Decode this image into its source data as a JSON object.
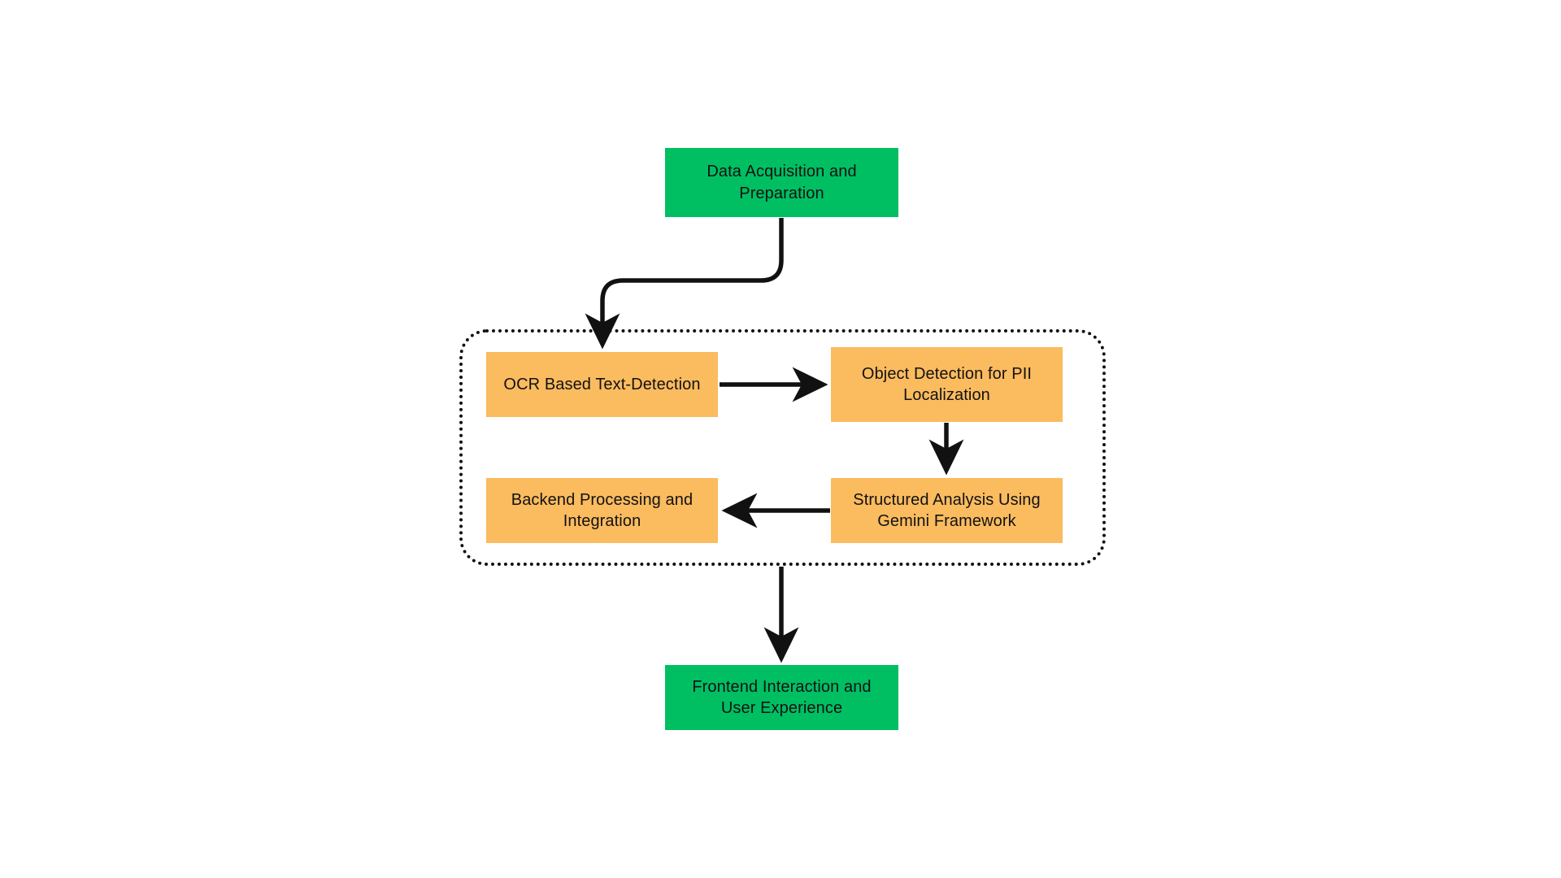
{
  "diagram": {
    "title": "PII Detection System Architecture Flowchart",
    "type": "flowchart",
    "background_color": "#ffffff",
    "palette": {
      "green": "#00bf63",
      "orange": "#fbbb5f",
      "stroke": "#111111",
      "text": "#121212"
    },
    "nodes": [
      {
        "id": "data-acquisition",
        "label": "Data Acquisition and Preparation",
        "color": "#00bf63",
        "group": "outer"
      },
      {
        "id": "ocr-text-detection",
        "label": "OCR Based Text-Detection",
        "color": "#fbbb5f",
        "group": "core-pipeline"
      },
      {
        "id": "object-detection-pii",
        "label": "Object Detection for PII Localization",
        "color": "#fbbb5f",
        "group": "core-pipeline"
      },
      {
        "id": "structured-analysis-gemini",
        "label": "Structured Analysis Using Gemini Framework",
        "color": "#fbbb5f",
        "group": "core-pipeline"
      },
      {
        "id": "backend-processing",
        "label": "Backend Processing and Integration",
        "color": "#fbbb5f",
        "group": "core-pipeline"
      },
      {
        "id": "frontend-interaction",
        "label": "Frontend Interaction and User Experience",
        "color": "#00bf63",
        "group": "outer"
      }
    ],
    "group_container": {
      "id": "core-pipeline",
      "label": "",
      "border_style": "dotted",
      "border_color": "#111111",
      "corner_radius": 34
    },
    "edges": [
      {
        "from": "data-acquisition",
        "to": "ocr-text-detection",
        "style": "elbow",
        "arrow": "end"
      },
      {
        "from": "ocr-text-detection",
        "to": "object-detection-pii",
        "style": "straight",
        "arrow": "end"
      },
      {
        "from": "object-detection-pii",
        "to": "structured-analysis-gemini",
        "style": "straight",
        "arrow": "end"
      },
      {
        "from": "structured-analysis-gemini",
        "to": "backend-processing",
        "style": "straight",
        "arrow": "end"
      },
      {
        "from": "core-pipeline",
        "to": "frontend-interaction",
        "style": "straight",
        "arrow": "end"
      }
    ]
  }
}
